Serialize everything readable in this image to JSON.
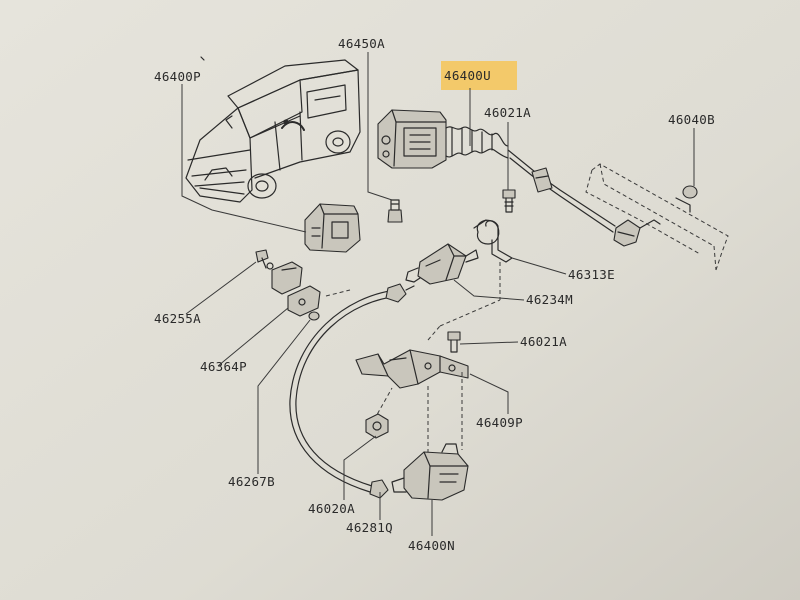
{
  "diagram": {
    "highlight_color": "#f3c96a",
    "labels": {
      "p46450A": "46450A",
      "p46400U": "46400U",
      "p46021A_top": "46021A",
      "p46040B": "46040B",
      "p46400P": "46400P",
      "p46313E": "46313E",
      "p46234M": "46234M",
      "p46021A_mid": "46021A",
      "p46255A": "46255A",
      "p46364P": "46364P",
      "p46409P": "46409P",
      "p46267B": "46267B",
      "p46020A": "46020A",
      "p46281Q": "46281Q",
      "p46400N": "46400N"
    }
  }
}
